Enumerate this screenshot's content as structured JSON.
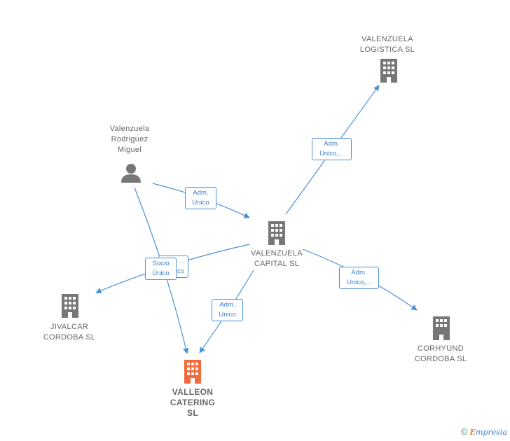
{
  "nodes": {
    "valenzuela_logistica": {
      "label": "VALENZUELA\nLOGISTICA  SL",
      "icon": "building-icon",
      "color": "#777777"
    },
    "person": {
      "label": "Valenzuela\nRodriguez\nMiguel",
      "icon": "person-icon",
      "color": "#777777"
    },
    "valenzuela_capital": {
      "label": "VALENZUELA\nCAPITAL  SL",
      "icon": "building-icon",
      "color": "#777777"
    },
    "jivalcar": {
      "label": "JIVALCAR\nCORDOBA SL",
      "icon": "building-icon",
      "color": "#777777"
    },
    "corhyund": {
      "label": "CORHYUND\nCORDOBA SL",
      "icon": "building-icon",
      "color": "#777777"
    },
    "valleon": {
      "label": "VALLEON\nCATERING\nSL",
      "icon": "building-icon",
      "color": "#f26a3d"
    }
  },
  "edges": {
    "capital_to_logistica": "Adm.\nUnico,...",
    "person_to_capital": "Adm.\nUnico",
    "capital_to_corhyund": "Adm.\nUnico,...",
    "capital_to_valleon": "Adm.\nUnico",
    "person_to_valleon": "Socio\nÚnico",
    "capital_to_jivalcar_partial": "..\nco"
  },
  "brand": {
    "copyright": "©",
    "name_initial": "E",
    "name_rest": "mpresia"
  },
  "colors": {
    "edge": "#4a90d9",
    "building": "#777777",
    "highlight": "#f26a3d"
  }
}
